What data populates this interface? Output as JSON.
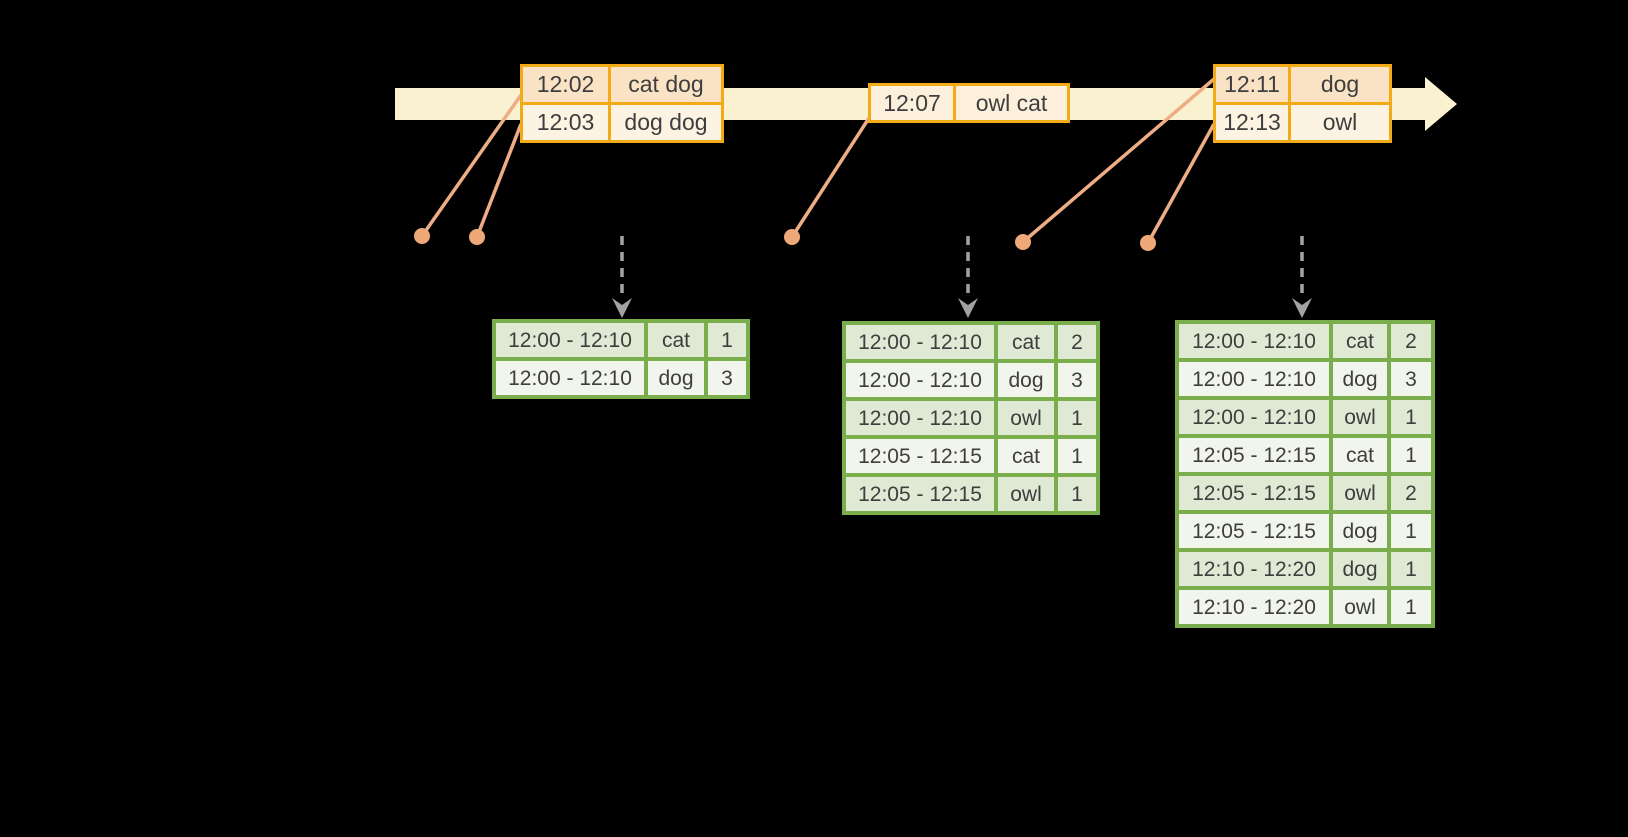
{
  "colors": {
    "bg": "#000000",
    "cream": "#FAF1D1",
    "orange-border": "#F2AB17",
    "peach-dark": "#FAE3C5",
    "peach-light": "#FDF3E3",
    "peach-single": "#FCEFDC",
    "salmon": "#EFAD85",
    "salmon-dot": "#EFA878",
    "green-border": "#7AAE4D",
    "sage": "#DFE9D4",
    "sage-light": "#F1F5EC",
    "ink": "#3E3E3E",
    "grey": "#A2A2A2"
  },
  "icons": {
    "timeline_arrow": "right-arrow",
    "event_dot": "circle",
    "trigger_arrow": "dashed-down-arrow"
  },
  "timeline": {
    "event_tables": [
      {
        "rows": [
          [
            "12:02",
            "cat dog"
          ],
          [
            "12:03",
            "dog dog"
          ]
        ]
      },
      {
        "rows": [
          [
            "12:07",
            "owl cat"
          ]
        ]
      },
      {
        "rows": [
          [
            "12:11",
            "dog"
          ],
          [
            "12:13",
            "owl"
          ]
        ]
      }
    ]
  },
  "result_tables": [
    {
      "rows": [
        [
          "12:00 - 12:10",
          "cat",
          "1"
        ],
        [
          "12:00 - 12:10",
          "dog",
          "3"
        ]
      ]
    },
    {
      "rows": [
        [
          "12:00 - 12:10",
          "cat",
          "2"
        ],
        [
          "12:00 - 12:10",
          "dog",
          "3"
        ],
        [
          "12:00 - 12:10",
          "owl",
          "1"
        ],
        [
          "12:05 - 12:15",
          "cat",
          "1"
        ],
        [
          "12:05 - 12:15",
          "owl",
          "1"
        ]
      ]
    },
    {
      "rows": [
        [
          "12:00 - 12:10",
          "cat",
          "2"
        ],
        [
          "12:00 - 12:10",
          "dog",
          "3"
        ],
        [
          "12:00 - 12:10",
          "owl",
          "1"
        ],
        [
          "12:05 - 12:15",
          "cat",
          "1"
        ],
        [
          "12:05 - 12:15",
          "owl",
          "2"
        ],
        [
          "12:05 - 12:15",
          "dog",
          "1"
        ],
        [
          "12:10 - 12:20",
          "dog",
          "1"
        ],
        [
          "12:10 - 12:20",
          "owl",
          "1"
        ]
      ]
    }
  ]
}
